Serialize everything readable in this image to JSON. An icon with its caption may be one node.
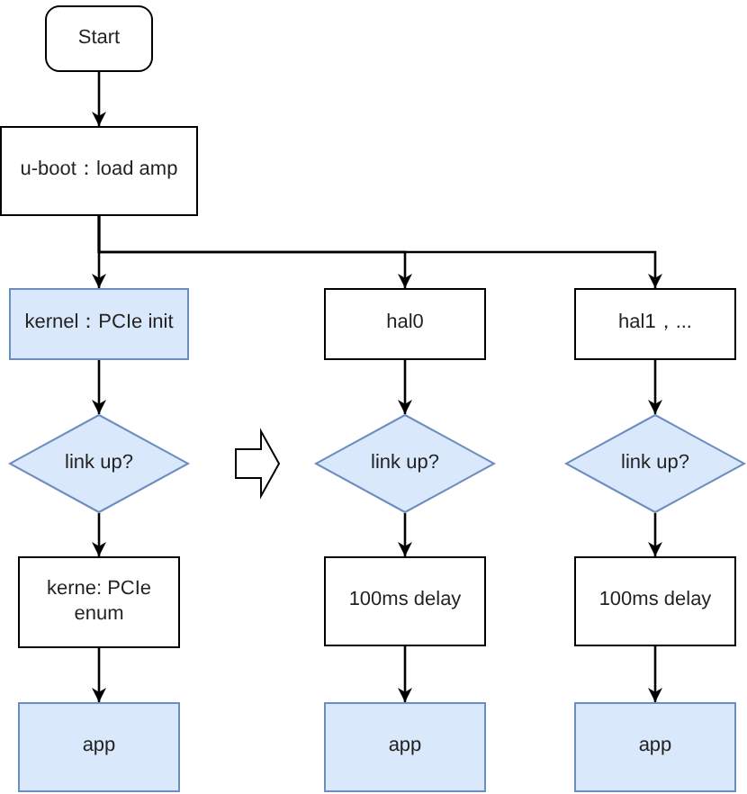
{
  "diagram": {
    "nodes": [
      {
        "text": [
          "Start"
        ]
      },
      {
        "text": [
          "u-boot：load amp"
        ]
      },
      {
        "text": [
          "kernel：PCIe init"
        ]
      },
      {
        "text": [
          "hal0"
        ]
      },
      {
        "text": [
          "hal1，..."
        ]
      },
      {
        "text": [
          "link up?"
        ]
      },
      {
        "text": [
          "link up?"
        ]
      },
      {
        "text": [
          "link up?"
        ]
      },
      {
        "text": [
          "kerne: PCIe enum"
        ]
      },
      {
        "text": [
          "100ms delay"
        ]
      },
      {
        "text": [
          "100ms delay"
        ]
      },
      {
        "text": [
          "app"
        ]
      },
      {
        "text": [
          "app"
        ]
      },
      {
        "text": [
          "app"
        ]
      }
    ],
    "edges": [
      {
        "from": 0,
        "to": 1,
        "arrow": "to"
      },
      {
        "from": 1,
        "to": 2,
        "arrow": "to"
      },
      {
        "from": 1,
        "to": 3,
        "arrow": "to"
      },
      {
        "from": 1,
        "to": 4,
        "arrow": "to"
      },
      {
        "from": 2,
        "to": 5,
        "arrow": "to"
      },
      {
        "from": 3,
        "to": 6,
        "arrow": "to"
      },
      {
        "from": 4,
        "to": 7,
        "arrow": "to"
      },
      {
        "from": 5,
        "to": 8,
        "arrow": "to"
      },
      {
        "from": 6,
        "to": 9,
        "arrow": "to"
      },
      {
        "from": 7,
        "to": 10,
        "arrow": "to"
      },
      {
        "from": 8,
        "to": 11,
        "arrow": "to"
      },
      {
        "from": 9,
        "to": 12,
        "arrow": "to"
      },
      {
        "from": 10,
        "to": 13,
        "arrow": "to"
      },
      {
        "from": 5,
        "to": 6,
        "arrow": "to",
        "style": "thick"
      }
    ]
  }
}
